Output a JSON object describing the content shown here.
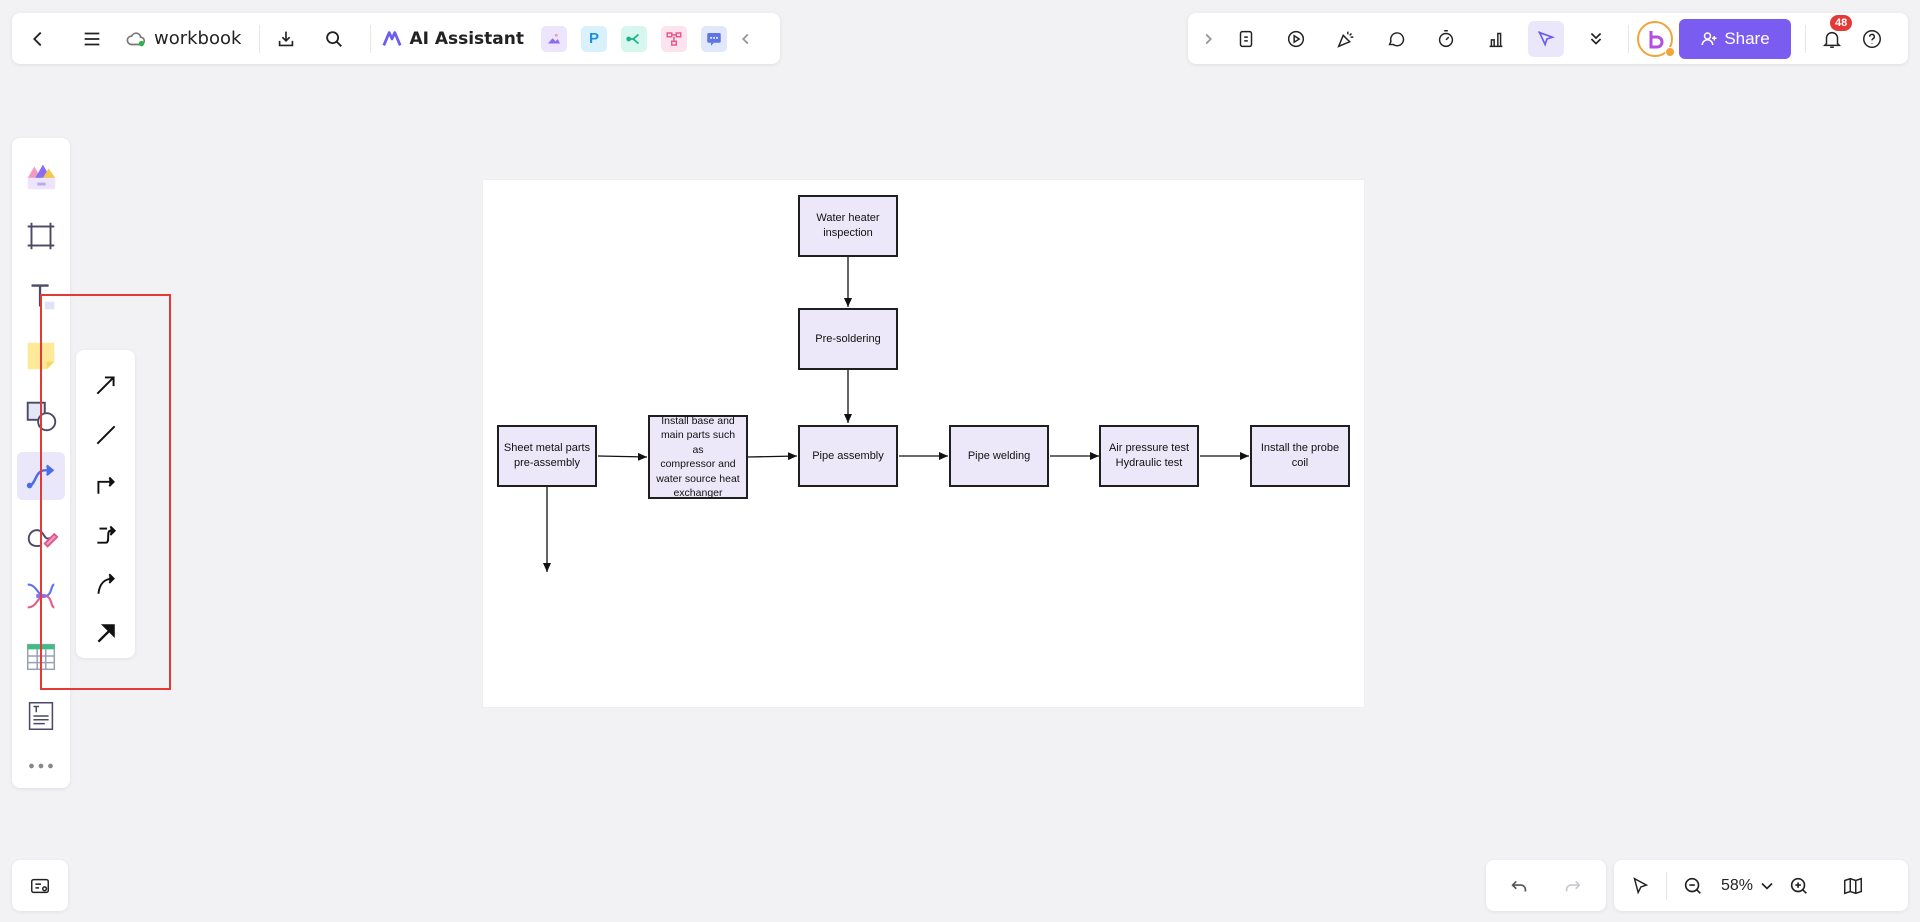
{
  "app": {
    "doc_name": "workbook",
    "ai_assistant_label": "AI Assistant",
    "share_label": "Share",
    "notification_count": "48",
    "zoom_level": "58%",
    "accent_color": "#7b5cf0",
    "node_fill": "#ece8f9",
    "highlight_color": "#e53935"
  },
  "app_tiles": [
    {
      "name": "image-app-icon",
      "glyph": "",
      "bg": "#ece5fb",
      "fg": "#8a6cf0"
    },
    {
      "name": "presentation-app-icon",
      "glyph": "P",
      "bg": "#d9f1fd",
      "fg": "#1e8fe1"
    },
    {
      "name": "mindmap-app-icon",
      "glyph": "",
      "bg": "#d6f7ee",
      "fg": "#1ab38a"
    },
    {
      "name": "flowchart-app-icon",
      "glyph": "",
      "bg": "#fde3ee",
      "fg": "#e85a8a"
    },
    {
      "name": "chat-app-icon",
      "glyph": "",
      "bg": "#e2e8fb",
      "fg": "#5b74e8"
    }
  ],
  "diagram": {
    "nodes": {
      "inspection": "Water heater\ninspection",
      "presoldering": "Pre-soldering",
      "sheetmetal": "Sheet metal parts\npre-assembly",
      "installbase": "Install base and\nmain parts such as\ncompressor and\nwater source heat\nexchanger",
      "pipeassembly": "Pipe assembly",
      "pipewelding": "Pipe welding",
      "pressuretest": "Air pressure test\nHydraulic test",
      "probecoil": "Install the probe\ncoil"
    }
  }
}
